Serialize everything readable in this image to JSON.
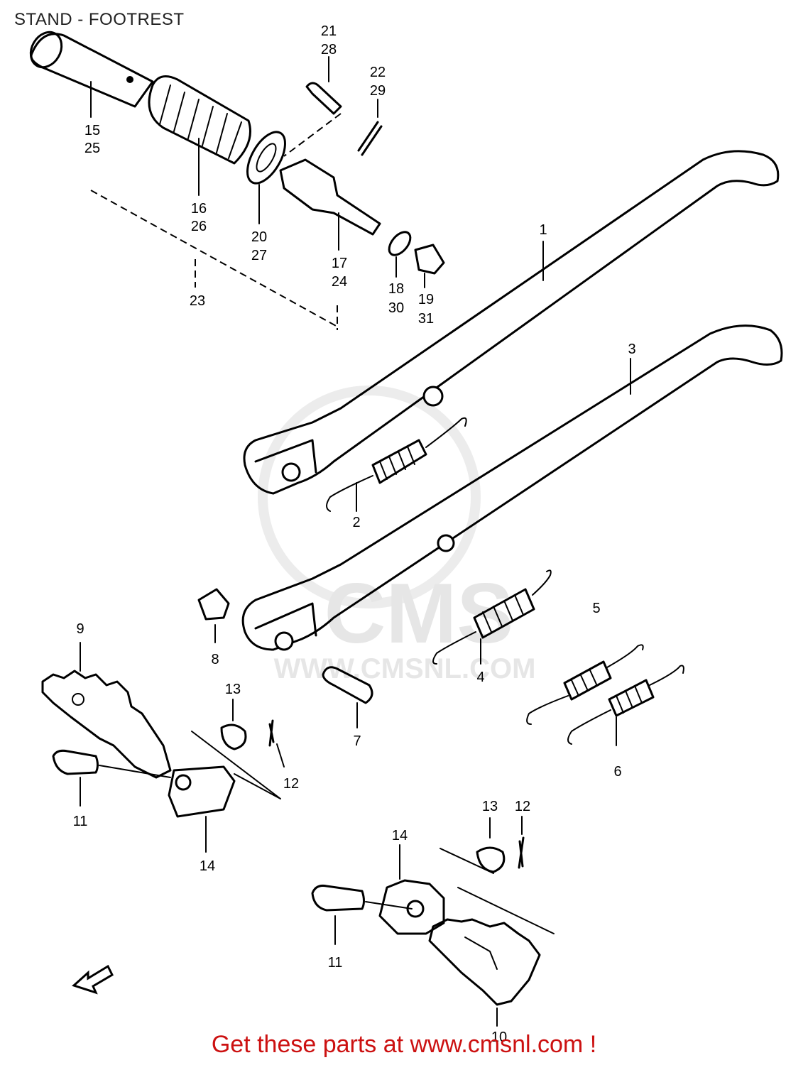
{
  "title": "STAND - FOOTREST",
  "watermark": {
    "brand": "CMS",
    "url": "WWW.CMSNL.COM"
  },
  "footer": "Get these parts at www.cmsnl.com !",
  "callouts": [
    {
      "id": "c21",
      "text": "21"
    },
    {
      "id": "c28",
      "text": "28"
    },
    {
      "id": "c22",
      "text": "22"
    },
    {
      "id": "c29",
      "text": "29"
    },
    {
      "id": "c15",
      "text": "15"
    },
    {
      "id": "c25",
      "text": "25"
    },
    {
      "id": "c16",
      "text": "16"
    },
    {
      "id": "c26",
      "text": "26"
    },
    {
      "id": "c20",
      "text": "20"
    },
    {
      "id": "c27",
      "text": "27"
    },
    {
      "id": "c17",
      "text": "17"
    },
    {
      "id": "c24",
      "text": "24"
    },
    {
      "id": "c18",
      "text": "18"
    },
    {
      "id": "c30",
      "text": "30"
    },
    {
      "id": "c19",
      "text": "19"
    },
    {
      "id": "c31",
      "text": "31"
    },
    {
      "id": "c23",
      "text": "23"
    },
    {
      "id": "c1",
      "text": "1"
    },
    {
      "id": "c3",
      "text": "3"
    },
    {
      "id": "c2",
      "text": "2"
    },
    {
      "id": "c5",
      "text": "5"
    },
    {
      "id": "c9",
      "text": "9"
    },
    {
      "id": "c8",
      "text": "8"
    },
    {
      "id": "c4",
      "text": "4"
    },
    {
      "id": "c13a",
      "text": "13"
    },
    {
      "id": "c7",
      "text": "7"
    },
    {
      "id": "c12a",
      "text": "12"
    },
    {
      "id": "c6",
      "text": "6"
    },
    {
      "id": "c11a",
      "text": "11"
    },
    {
      "id": "c14a",
      "text": "14"
    },
    {
      "id": "c13b",
      "text": "13"
    },
    {
      "id": "c12b",
      "text": "12"
    },
    {
      "id": "c14b",
      "text": "14"
    },
    {
      "id": "c11b",
      "text": "11"
    },
    {
      "id": "c10",
      "text": "10"
    }
  ]
}
